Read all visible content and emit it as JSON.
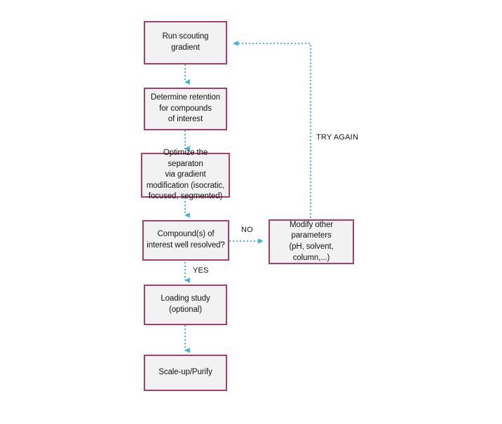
{
  "diagram": {
    "title": "HPLC method development flowchart",
    "background_color": "#ffffff",
    "node_fill": "#f2f2f2",
    "node_border_color": "#a83e6c",
    "connector_color": "#4db8e0",
    "text_color": "#141414",
    "nodes": [
      {
        "id": "scouting",
        "label": "Run scouting gradient"
      },
      {
        "id": "retention",
        "label": "Determine retention\nfor compounds\nof interest"
      },
      {
        "id": "optimize",
        "label": "Optimize the separaton\nvia gradient\nmodification (isocratic,\nfocused, segmented)"
      },
      {
        "id": "decision",
        "label": "Compound(s) of\ninterest well resolved?"
      },
      {
        "id": "modify",
        "label": "Modify other\nparameters\n(pH, solvent, column,...)"
      },
      {
        "id": "loading",
        "label": "Loading study\n(optional)"
      },
      {
        "id": "scaleup",
        "label": "Scale-up/Purify"
      }
    ],
    "edge_labels": [
      {
        "id": "no",
        "label": "NO"
      },
      {
        "id": "yes",
        "label": "YES"
      },
      {
        "id": "try-again",
        "label": "TRY AGAIN"
      }
    ]
  }
}
